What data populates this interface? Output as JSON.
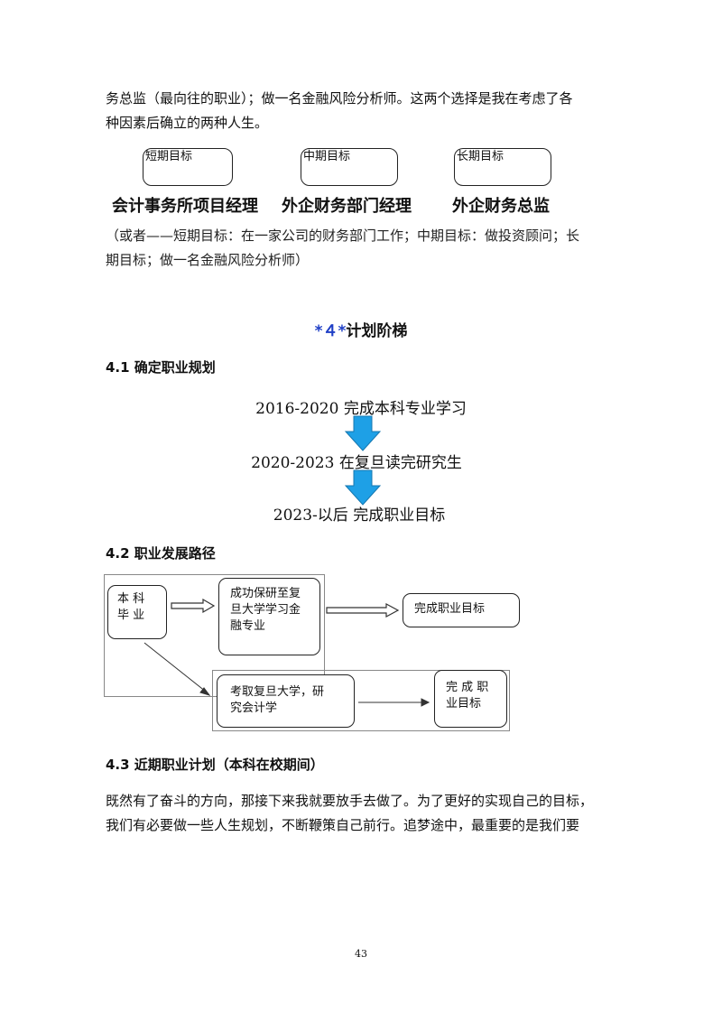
{
  "intro": {
    "line1": "务总监（最向往的职业）；做一名金融风险分析师。这两个选择是我在考虑了各",
    "line2": "种因素后确立的两种人生。"
  },
  "goals": [
    {
      "label": "短期目标",
      "title": "会计事务所项目经理"
    },
    {
      "label": "中期目标",
      "title": "外企财务部门经理"
    },
    {
      "label": "长期目标",
      "title": "外企财务总监"
    }
  ],
  "alt_note": {
    "line1": "（或者——短期目标：在一家公司的财务部门工作；中期目标：做投资顾问；长",
    "line2": "期目标；做一名金融风险分析师）"
  },
  "chapter": {
    "marker": "*４*",
    "title": "计划阶梯"
  },
  "section_4_1": {
    "title": "4.1 确定职业规划",
    "steps": [
      "2016-2020  完成本科专业学习",
      "2020-2023  在复旦读完研究生",
      "2023-以后  完成职业目标"
    ],
    "arrow_color": "#1ea0e6"
  },
  "section_4_2": {
    "title": "4.2 职业发展路径",
    "start": {
      "line1": "本 科",
      "line2": "毕 业"
    },
    "path_a": {
      "line1": "成功保研至复",
      "line2": "旦大学学习金",
      "line3": "融专业"
    },
    "path_a_end": "完成职业目标",
    "path_b": {
      "line1": "考取复旦大学，研",
      "line2": "究会计学"
    },
    "path_b_end": {
      "line1": "完 成 职",
      "line2": "业目标"
    }
  },
  "section_4_3": {
    "title": "4.3 近期职业计划（本科在校期间）",
    "line1": "既然有了奋斗的方向，那接下来我就要放手去做了。为了更好的实现自己的目标，",
    "line2": "我们有必要做一些人生规划，不断鞭策自己前行。追梦途中，最重要的是我们要"
  },
  "page_number": "43"
}
